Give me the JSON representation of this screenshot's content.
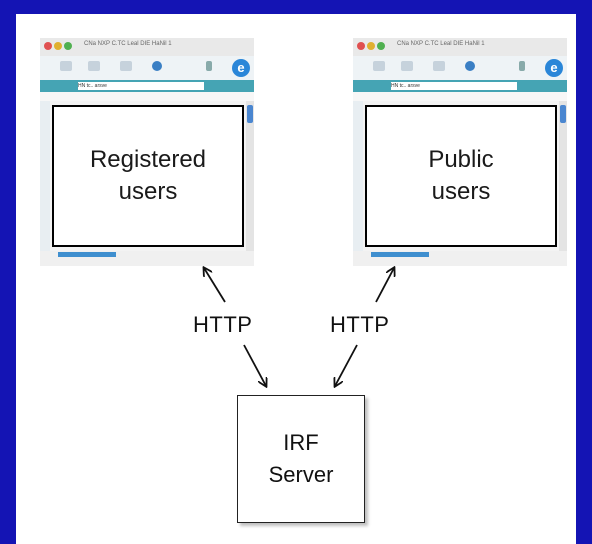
{
  "clients": [
    {
      "label": "Registered\nusers",
      "window_title": "CNa NXP  C.TC Leal  DIE HaNil 1",
      "address": "HN tc.. arsve"
    },
    {
      "label": "Public\nusers",
      "window_title": "CNa NXP  C.TC Leal  DIE HaNil 1",
      "address": "HN tc.. arsve"
    }
  ],
  "links": [
    {
      "label": "HTTP"
    },
    {
      "label": "HTTP"
    }
  ],
  "server": {
    "label": "IRF\nServer"
  },
  "colors": {
    "background": "#1414b4",
    "panel": "#ffffff",
    "addressbar": "#45a4b4",
    "accent": "#2a86d8"
  }
}
